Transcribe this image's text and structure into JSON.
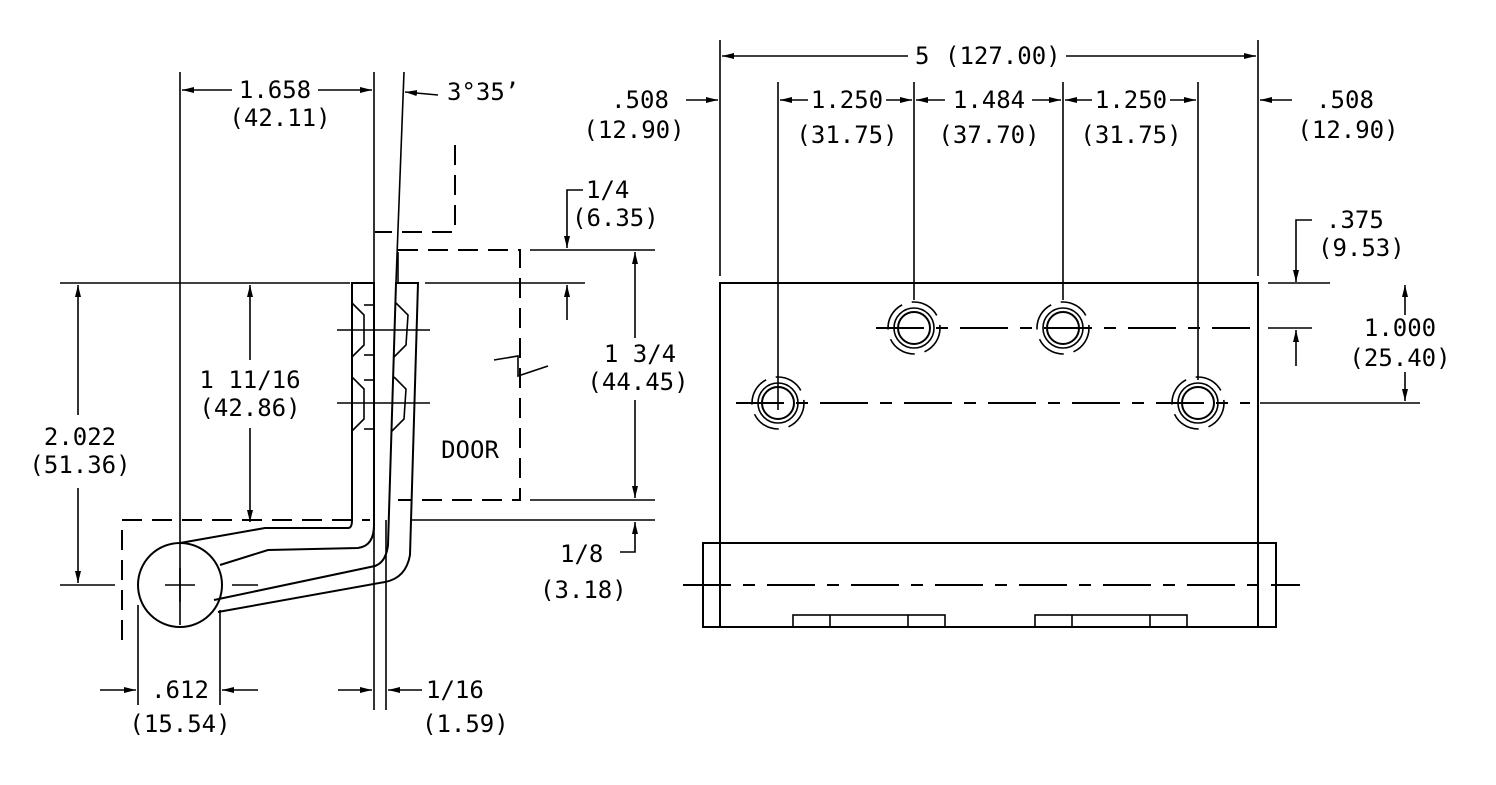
{
  "side_view": {
    "dim_width": {
      "in": "1.658",
      "mm": "(42.11)"
    },
    "dim_angle": "3°35’",
    "dim_top_offset": {
      "in": "1/4",
      "mm": "(6.35)"
    },
    "dim_leaf_height": {
      "in": "1 11/16",
      "mm": "(42.86)"
    },
    "dim_overall_height": {
      "in": "2.022",
      "mm": "(51.36)"
    },
    "dim_door_thickness": {
      "in": "1 3/4",
      "mm": "(44.45)"
    },
    "dim_bottom_offset": {
      "in": "1/8",
      "mm": "(3.18)"
    },
    "dim_knuckle": {
      "in": ".612",
      "mm": "(15.54)"
    },
    "dim_leaf_thickness": {
      "in": "1/16",
      "mm": "(1.59)"
    },
    "door_label": "DOOR"
  },
  "front_view": {
    "dim_overall_width": {
      "in": "5",
      "mm": "(127.00)"
    },
    "dim_left_edge": {
      "in": ".508",
      "mm": "(12.90)"
    },
    "dim_right_edge": {
      "in": ".508",
      "mm": "(12.90)"
    },
    "dim_spacing_1": {
      "in": "1.250",
      "mm": "(31.75)"
    },
    "dim_spacing_2": {
      "in": "1.484",
      "mm": "(37.70)"
    },
    "dim_spacing_3": {
      "in": "1.250",
      "mm": "(31.75)"
    },
    "dim_top_hole": {
      "in": ".375",
      "mm": "(9.53)"
    },
    "dim_hole_row": {
      "in": "1.000",
      "mm": "(25.40)"
    }
  }
}
